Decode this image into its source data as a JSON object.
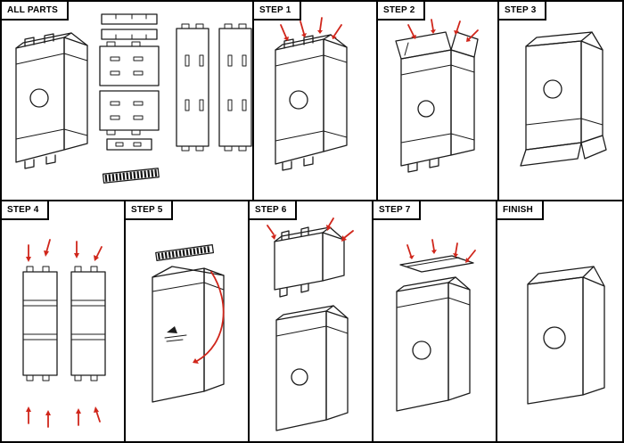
{
  "colors": {
    "line": "#1c1c1c",
    "arrow": "#d0261b",
    "border": "#000000",
    "background": "#ffffff"
  },
  "panels": [
    {
      "id": "all-parts",
      "label": "ALL PARTS"
    },
    {
      "id": "step-1",
      "label": "STEP 1"
    },
    {
      "id": "step-2",
      "label": "STEP 2"
    },
    {
      "id": "step-3",
      "label": "STEP 3"
    },
    {
      "id": "step-4",
      "label": "STEP 4"
    },
    {
      "id": "step-5",
      "label": "STEP 5"
    },
    {
      "id": "step-6",
      "label": "STEP 6"
    },
    {
      "id": "step-7",
      "label": "STEP 7"
    },
    {
      "id": "finish",
      "label": "FINISH"
    }
  ]
}
